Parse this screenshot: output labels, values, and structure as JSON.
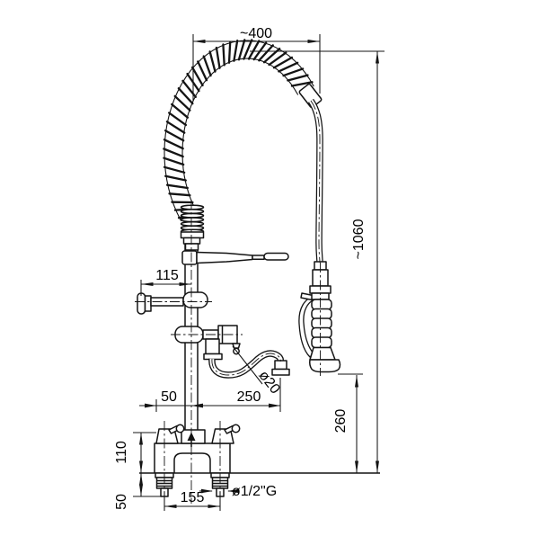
{
  "drawing": {
    "background": "#ffffff",
    "line_color": "#141414",
    "labels": {
      "arc_width": "~400",
      "total_height": "~1060",
      "bracket_offset": "115",
      "spout_offset": "50",
      "spout_reach": "250",
      "spout_tube_diameter": "ø20",
      "spray_clearance": "260",
      "body_height": "110",
      "shank_length": "50",
      "inlet_spacing": "155",
      "inlet_thread": "ø1/2\"G"
    }
  }
}
